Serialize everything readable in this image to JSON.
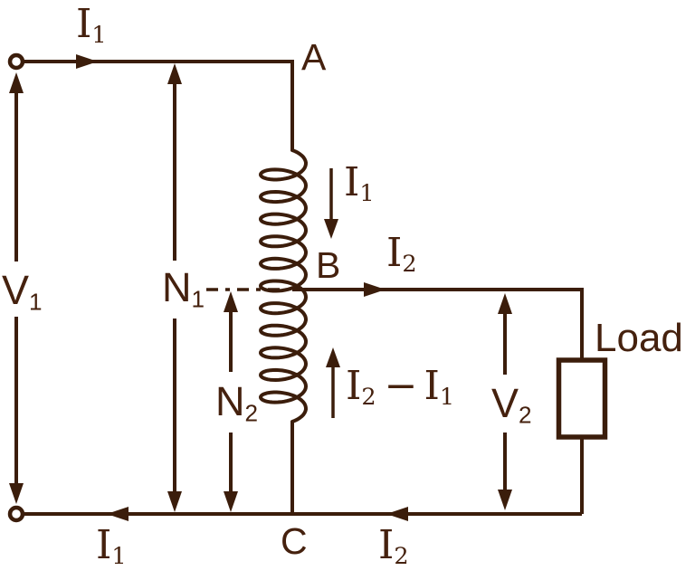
{
  "diagram": {
    "kind": "autotransformer-circuit",
    "ink_color": "#3B1D0B",
    "text_color": "#45210E",
    "background_color": "#FFFFFF",
    "nodes": {
      "a": "A",
      "b": "B",
      "c": "C"
    },
    "labels": {
      "i1_top": {
        "base": "I",
        "sub": "1"
      },
      "i1_winding": {
        "base": "I",
        "sub": "1"
      },
      "i2_out": {
        "base": "I",
        "sub": "2"
      },
      "i1_bottom": {
        "base": "I",
        "sub": "1"
      },
      "i2_bottom": {
        "base": "I",
        "sub": "2"
      },
      "v1": {
        "base": "V",
        "sub": "1"
      },
      "v2": {
        "base": "V",
        "sub": "2"
      },
      "n1": {
        "base": "N",
        "sub": "1"
      },
      "n2": {
        "base": "N",
        "sub": "2"
      },
      "diff_current": {
        "p1": "I",
        "s1": "2",
        "mid": "−",
        "p2": "I",
        "s2": "1"
      },
      "load": "Load"
    }
  }
}
